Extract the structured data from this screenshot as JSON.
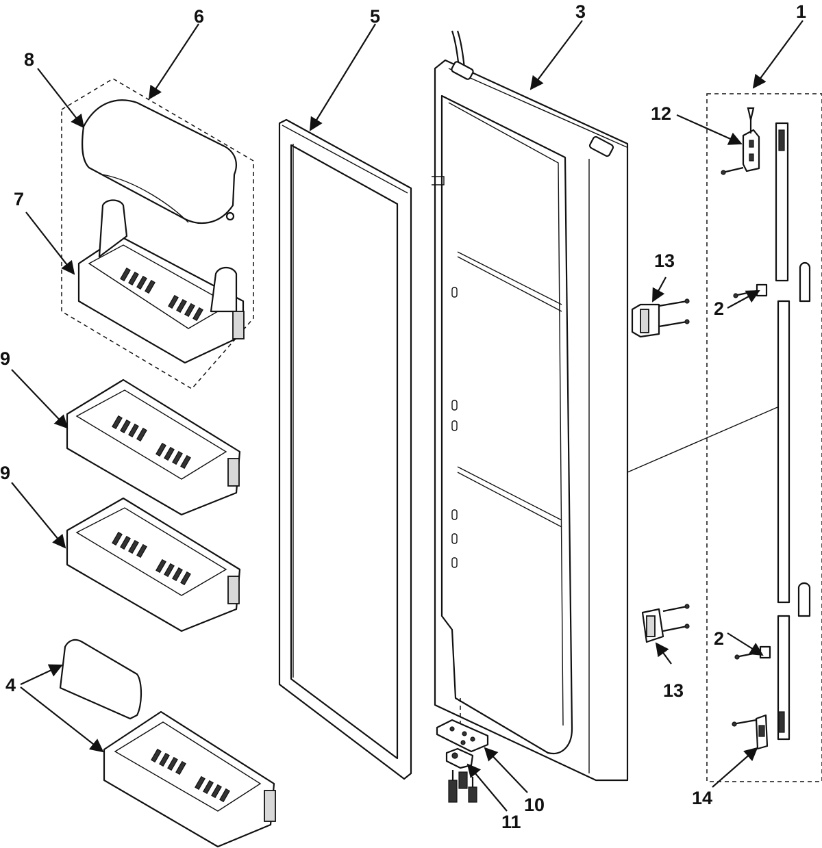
{
  "callouts": [
    {
      "id": "label-1",
      "text": "1"
    },
    {
      "id": "label-2a",
      "text": "2"
    },
    {
      "id": "label-2b",
      "text": "2"
    },
    {
      "id": "label-3",
      "text": "3"
    },
    {
      "id": "label-4",
      "text": "4"
    },
    {
      "id": "label-5",
      "text": "5"
    },
    {
      "id": "label-6",
      "text": "6"
    },
    {
      "id": "label-7",
      "text": "7"
    },
    {
      "id": "label-8",
      "text": "8"
    },
    {
      "id": "label-9a",
      "text": "9"
    },
    {
      "id": "label-9b",
      "text": "9"
    },
    {
      "id": "label-10",
      "text": "10"
    },
    {
      "id": "label-11",
      "text": "11"
    },
    {
      "id": "label-12",
      "text": "12"
    },
    {
      "id": "label-13a",
      "text": "13"
    },
    {
      "id": "label-13b",
      "text": "13"
    },
    {
      "id": "label-14",
      "text": "14"
    }
  ]
}
